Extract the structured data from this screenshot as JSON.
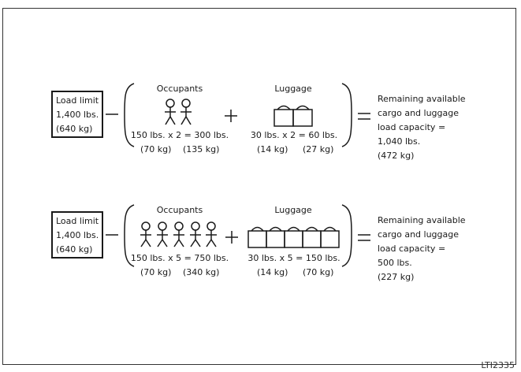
{
  "equations": [
    {
      "load_limit": [
        "Load limit",
        "1,400 lbs.",
        "(640 kg)"
      ],
      "occupants": {
        "label": "Occupants",
        "count": 2,
        "line1": "150 lbs. x 2 = 300 lbs.",
        "line2_a": "(70 kg)",
        "line2_b": "(135 kg)"
      },
      "luggage": {
        "label": "Luggage",
        "count": 2,
        "line1": "30 lbs. x 2 = 60 lbs.",
        "line2_a": "(14 kg)",
        "line2_b": "(27 kg)"
      },
      "result": [
        "Remaining available",
        "cargo and luggage",
        "load capacity =",
        "1,040 lbs.",
        "(472 kg)"
      ]
    },
    {
      "load_limit": [
        "Load limit",
        "1,400 lbs.",
        "(640 kg)"
      ],
      "occupants": {
        "label": "Occupants",
        "count": 5,
        "line1": "150 lbs. x 5 = 750 lbs.",
        "line2_a": "(70 kg)",
        "line2_b": "(340 kg)"
      },
      "luggage": {
        "label": "Luggage",
        "count": 5,
        "line1": "30 lbs. x 5 = 150 lbs.",
        "line2_a": "(14 kg)",
        "line2_b": "(70 kg)"
      },
      "result": [
        "Remaining available",
        "cargo and luggage",
        "load capacity =",
        "500 lbs.",
        "(227 kg)"
      ]
    }
  ],
  "figure_code": "LTI2335"
}
